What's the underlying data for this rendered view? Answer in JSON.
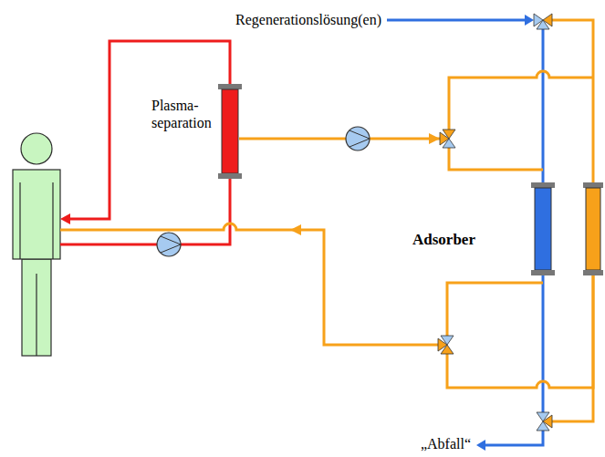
{
  "diagram": {
    "nodes": [
      {
        "text": [
          "Plasma- separation"
        ]
      },
      {
        "text": [
          "Adsorber"
        ]
      }
    ],
    "edges": [
      {
        "from": 0,
        "to": 1,
        "arrow": "to"
      }
    ],
    "labels": [
      "Regenerationslösung(en)",
      "„Abfall“"
    ]
  }
}
